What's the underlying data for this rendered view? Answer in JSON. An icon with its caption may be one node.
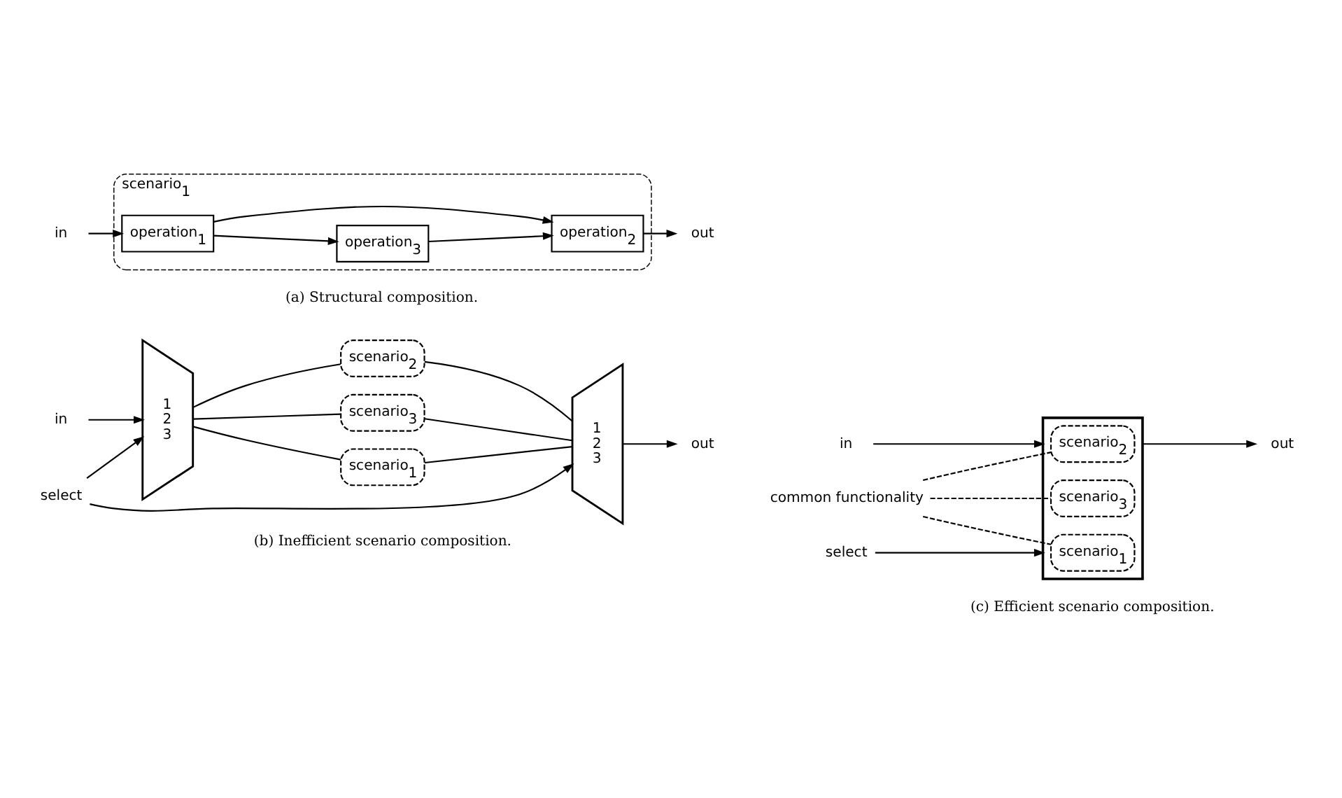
{
  "diagram": {
    "nodes": [
      {
        "text": [
          "scenario$_{1}$"
        ]
      },
      {
        "text": [
          "operation$_{3}$"
        ],
        "in": 0
      },
      {
        "text": [
          "operation$_{1}$"
        ],
        "in": 0
      },
      {
        "text": [
          "operation$_{2}$"
        ],
        "in": 0
      },
      {
        "text": [
          "in"
        ]
      },
      {
        "text": [
          "out"
        ]
      },
      {
        "text": [
          "select"
        ]
      },
      {
        "text": [
          "1",
          "2",
          "3"
        ]
      },
      {
        "text": [
          "scenario$_{1}$"
        ]
      },
      {
        "text": [
          "scenario$_{2}$"
        ]
      },
      {
        "text": [
          "scenario$_{3}$"
        ]
      },
      {
        "text": [
          "1",
          "2",
          "3"
        ]
      },
      {
        "text": [
          "in"
        ]
      },
      {
        "text": [
          "out"
        ]
      },
      {
        "text": [
          "common functionality"
        ]
      },
      {
        "text": [],
        "shape": "box"
      },
      {
        "text": [
          "scenario$_{1}$"
        ],
        "in": 15
      },
      {
        "text": [
          "scenario$_{2}$"
        ],
        "in": 15
      },
      {
        "text": [
          "scenario$_{3}$"
        ],
        "in": 15
      },
      {
        "text": [
          "select"
        ]
      },
      {
        "text": [
          "in"
        ]
      },
      {
        "text": [
          "out"
        ]
      }
    ],
    "edges": [
      {
        "from": 4,
        "to": 2,
        "arrow": "to"
      },
      {
        "from": 2,
        "to": 1,
        "arrow": "to"
      },
      {
        "from": 1,
        "to": 3,
        "arrow": "to"
      },
      {
        "from": 2,
        "to": 3,
        "arrow": "to"
      },
      {
        "from": 3,
        "to": 5,
        "arrow": "to"
      },
      {
        "from": 6,
        "to": 7,
        "arrow": "to"
      },
      {
        "from": 6,
        "to": 11,
        "arrow": "to"
      },
      {
        "from": 12,
        "to": 7,
        "arrow": "to"
      },
      {
        "from": 7,
        "to": 8,
        "arrow": "none"
      },
      {
        "from": 8,
        "to": 11,
        "arrow": "none"
      },
      {
        "from": 7,
        "to": 9,
        "arrow": "none"
      },
      {
        "from": 9,
        "to": 11,
        "arrow": "none"
      },
      {
        "from": 7,
        "to": 10,
        "arrow": "none"
      },
      {
        "from": 10,
        "to": 11,
        "arrow": "none"
      },
      {
        "from": 11,
        "to": 13,
        "arrow": "to"
      },
      {
        "from": 19,
        "to": 15,
        "arrow": "to"
      },
      {
        "from": 20,
        "to": 15,
        "arrow": "to"
      },
      {
        "from": 15,
        "to": 21,
        "arrow": "to"
      },
      {
        "from": 14,
        "to": 16,
        "arrow": "none",
        "style": "dashed"
      },
      {
        "from": 14,
        "to": 17,
        "arrow": "none",
        "style": "dashed"
      },
      {
        "from": 14,
        "to": 18,
        "arrow": "none",
        "style": "dashed"
      }
    ],
    "labels": [
      "(a) Structural composition.",
      "(b) Inefficient scenario composition.",
      "(c) Efficient scenario composition."
    ]
  }
}
